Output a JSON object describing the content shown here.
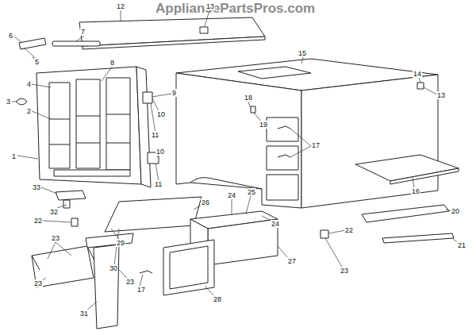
{
  "diagram": {
    "labels": [
      "AppliancePartsPros.com",
      "12",
      "13",
      "6",
      "7",
      "5",
      "8",
      "4",
      "3",
      "2",
      "1",
      "15",
      "14",
      "13",
      "9",
      "10",
      "11",
      "10",
      "11",
      "18",
      "19",
      "17",
      "16",
      "33",
      "32",
      "22",
      "26",
      "24",
      "25",
      "24",
      "20",
      "22",
      "21",
      "23",
      "29",
      "23",
      "30",
      "27",
      "23",
      "23",
      "17",
      "28",
      "31"
    ]
  }
}
